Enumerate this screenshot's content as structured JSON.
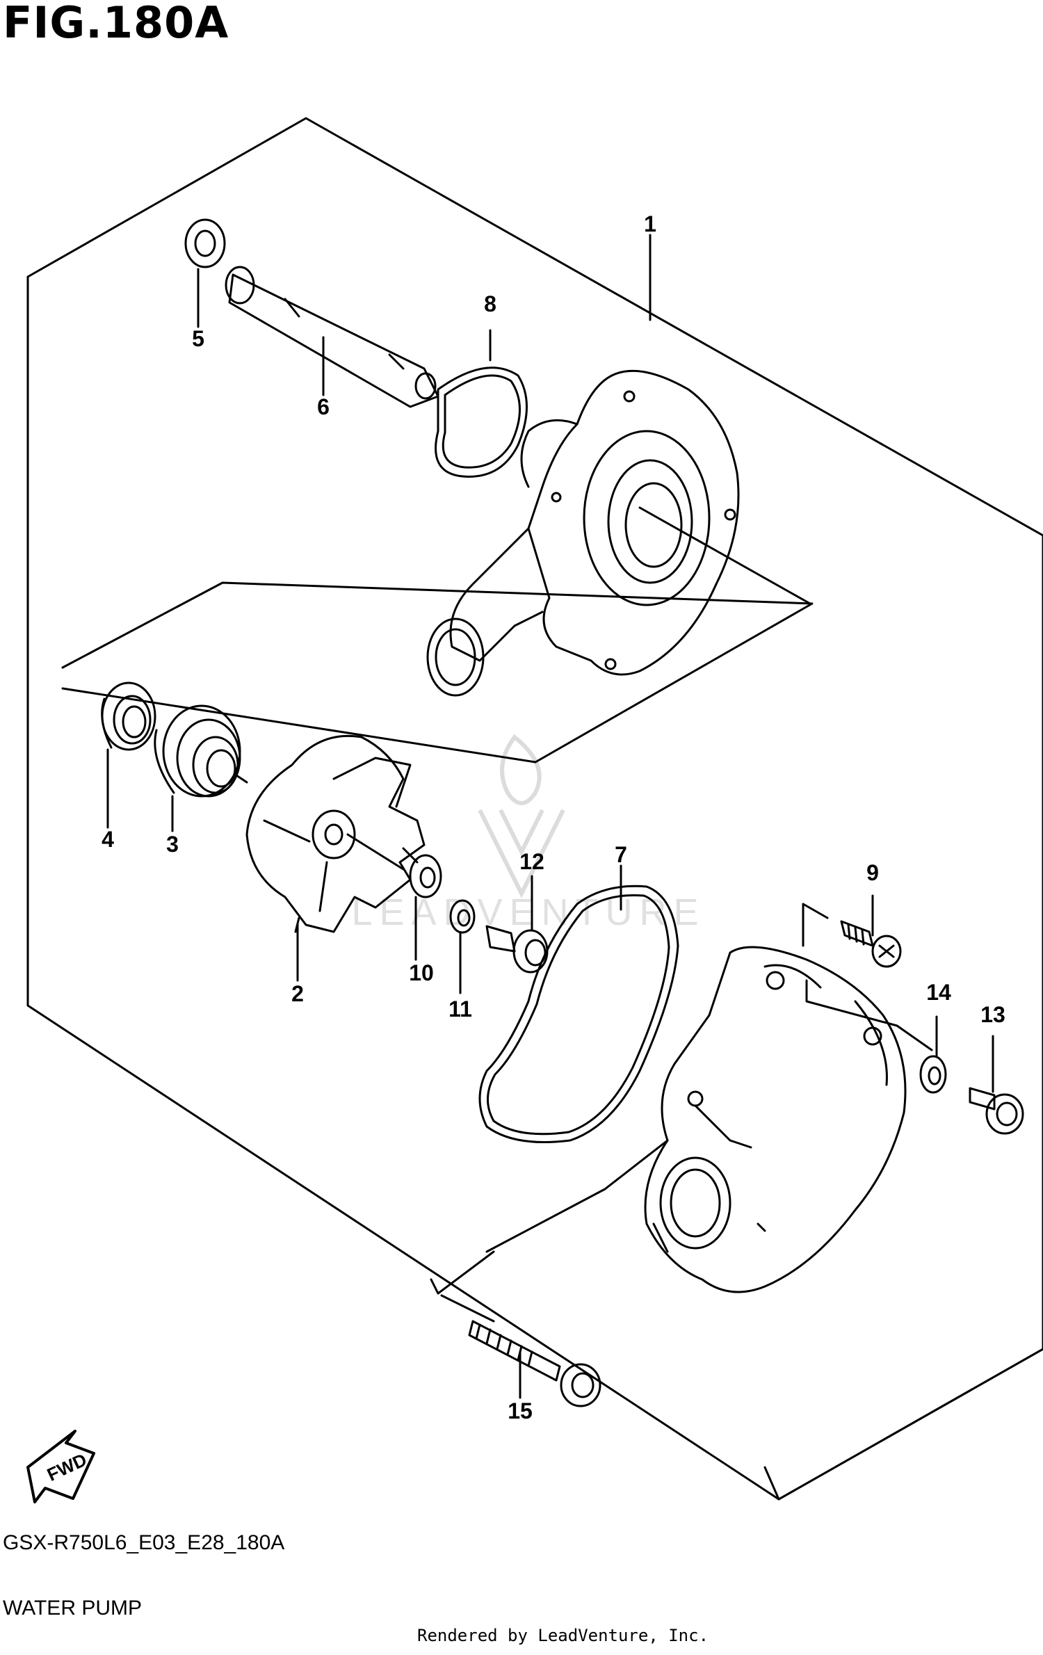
{
  "figure": {
    "title": "FIG.180A",
    "model_code": "GSX-R750L6_E03_E28_180A",
    "section_name": "WATER PUMP",
    "credit": "Rendered by LeadVenture, Inc.",
    "watermark": "LEADVENTURE",
    "fwd_label": "FWD"
  },
  "callouts": [
    {
      "id": "1",
      "label": "1",
      "part": "pump-body"
    },
    {
      "id": "2",
      "label": "2",
      "part": "impeller"
    },
    {
      "id": "3",
      "label": "3",
      "part": "mechanical-seal"
    },
    {
      "id": "4",
      "label": "4",
      "part": "oil-seal"
    },
    {
      "id": "5",
      "label": "5",
      "part": "washer"
    },
    {
      "id": "6",
      "label": "6",
      "part": "impeller-shaft"
    },
    {
      "id": "7",
      "label": "7",
      "part": "cover-o-ring"
    },
    {
      "id": "8",
      "label": "8",
      "part": "body-o-ring"
    },
    {
      "id": "9",
      "label": "9",
      "part": "screw"
    },
    {
      "id": "10",
      "label": "10",
      "part": "seal-washer"
    },
    {
      "id": "11",
      "label": "11",
      "part": "washer-small"
    },
    {
      "id": "12",
      "label": "12",
      "part": "bolt-12"
    },
    {
      "id": "13",
      "label": "13",
      "part": "bolt-13"
    },
    {
      "id": "14",
      "label": "14",
      "part": "gasket-washer"
    },
    {
      "id": "15",
      "label": "15",
      "part": "long-bolt"
    }
  ],
  "colors": {
    "line": "#000000",
    "background": "#ffffff",
    "watermark": "#d9d9d9"
  }
}
